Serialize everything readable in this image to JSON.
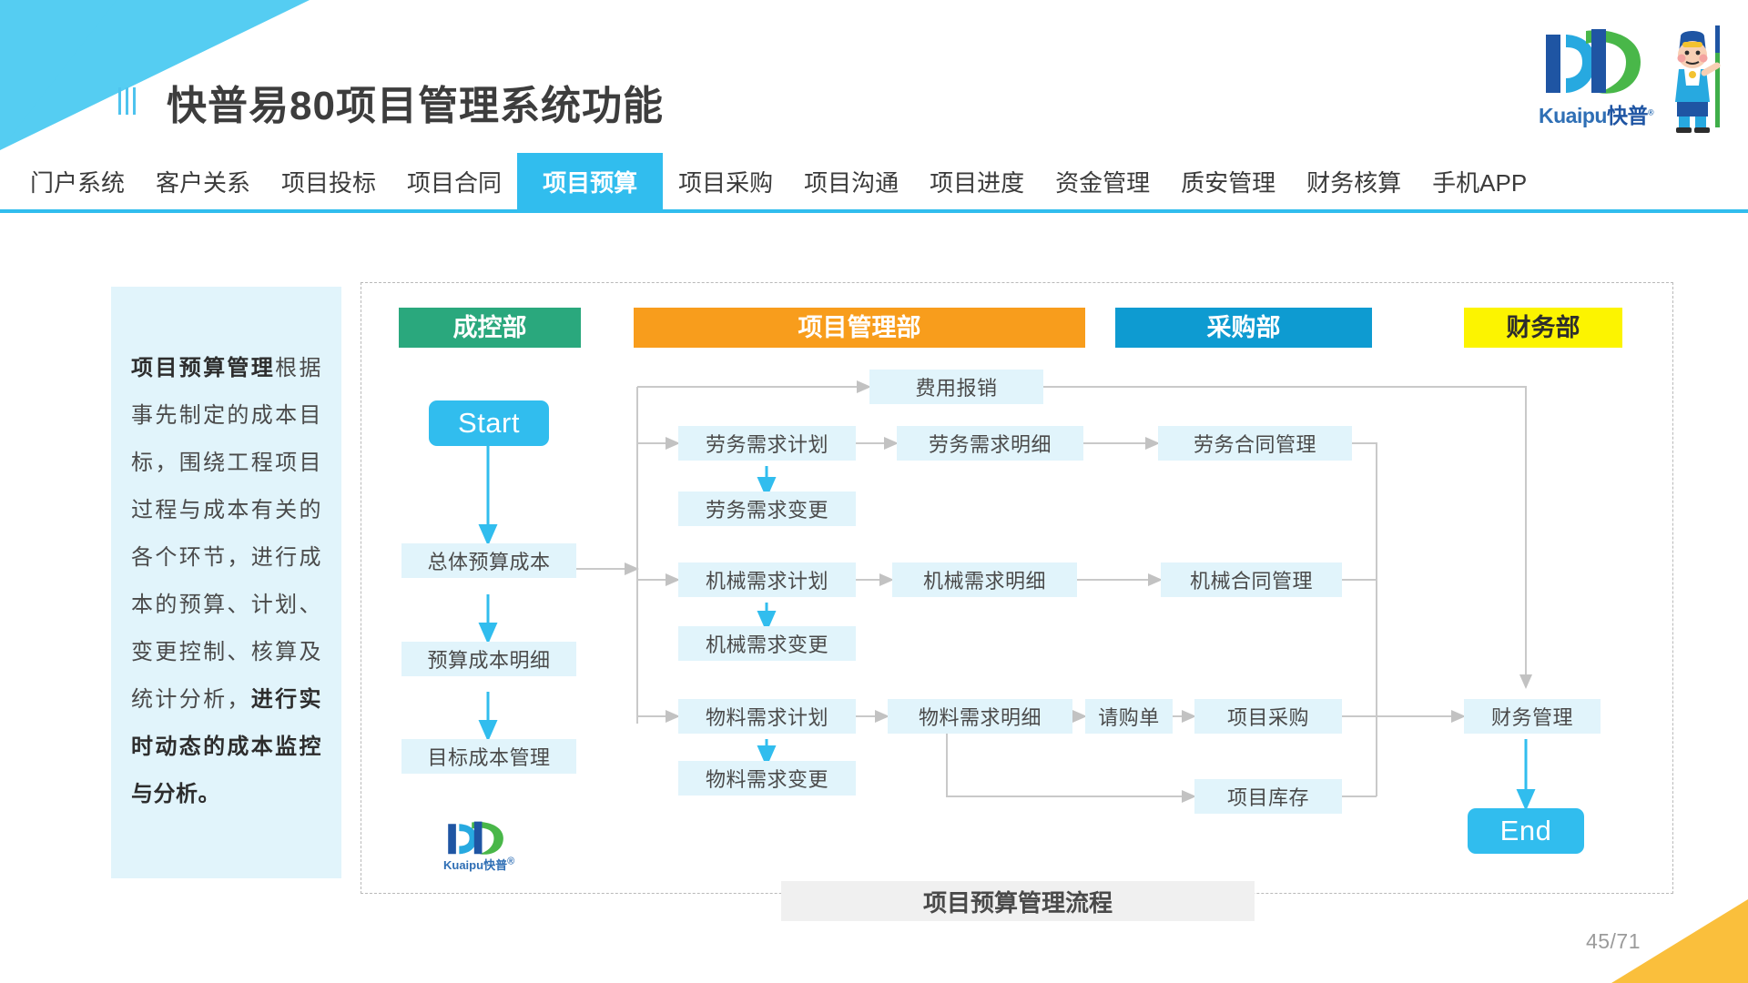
{
  "header": {
    "title": "快普易80项目管理系统功能",
    "logo": {
      "latin": "Kuaipu",
      "chinese": "快普",
      "trademark": "®"
    }
  },
  "nav": {
    "items": [
      {
        "label": "门户系统",
        "active": false
      },
      {
        "label": "客户关系",
        "active": false
      },
      {
        "label": "项目投标",
        "active": false
      },
      {
        "label": "项目合同",
        "active": false
      },
      {
        "label": "项目预算",
        "active": true
      },
      {
        "label": "项目采购",
        "active": false
      },
      {
        "label": "项目沟通",
        "active": false
      },
      {
        "label": "项目进度",
        "active": false
      },
      {
        "label": "资金管理",
        "active": false
      },
      {
        "label": "质安管理",
        "active": false
      },
      {
        "label": "财务核算",
        "active": false
      },
      {
        "label": "手机APP",
        "active": false
      }
    ]
  },
  "description": {
    "lead": "项目预算管理",
    "body": "根据事先制定的成本目标，围绕工程项目过程与成本有关的各个环节，进行成本的预算、计划、变更控制、核算及统计分析，",
    "tail": "进行实时动态的成本监控与分析。"
  },
  "diagram": {
    "caption": "项目预算管理流程",
    "departments": [
      {
        "name": "成控部",
        "color": "#2aa87d"
      },
      {
        "name": "项目管理部",
        "color": "#f89d1c"
      },
      {
        "name": "采购部",
        "color": "#0e9bd1"
      },
      {
        "name": "财务部",
        "color": "#fcf400",
        "text_color": "#2d2d2d"
      }
    ],
    "nodes": {
      "start": "Start",
      "end": "End",
      "total_budget_cost": "总体预算成本",
      "budget_cost_detail": "预算成本明细",
      "target_cost_mgmt": "目标成本管理",
      "expense_reimbursement": "费用报销",
      "labor_demand_plan": "劳务需求计划",
      "labor_demand_detail": "劳务需求明细",
      "labor_demand_change": "劳务需求变更",
      "labor_contract_mgmt": "劳务合同管理",
      "machine_demand_plan": "机械需求计划",
      "machine_demand_detail": "机械需求明细",
      "machine_demand_change": "机械需求变更",
      "machine_contract_mgmt": "机械合同管理",
      "material_demand_plan": "物料需求计划",
      "material_demand_detail": "物料需求明细",
      "material_demand_change": "物料需求变更",
      "purchase_request": "请购单",
      "project_procurement": "项目采购",
      "project_inventory": "项目库存",
      "finance_mgmt": "财务管理"
    },
    "mini_logo": {
      "latin": "Kuaipu",
      "chinese": "快普",
      "trademark": "®"
    }
  },
  "footer": {
    "page_number": "45/71"
  },
  "colors": {
    "accent": "#31bdee",
    "node_bg": "#e1f4fb",
    "dept_green": "#2aa87d",
    "dept_orange": "#f89d1c",
    "dept_blue": "#0e9bd1",
    "dept_yellow": "#fcf400",
    "corner_yellow": "#fabf3c",
    "connector_gray": "#c9c9c9"
  }
}
